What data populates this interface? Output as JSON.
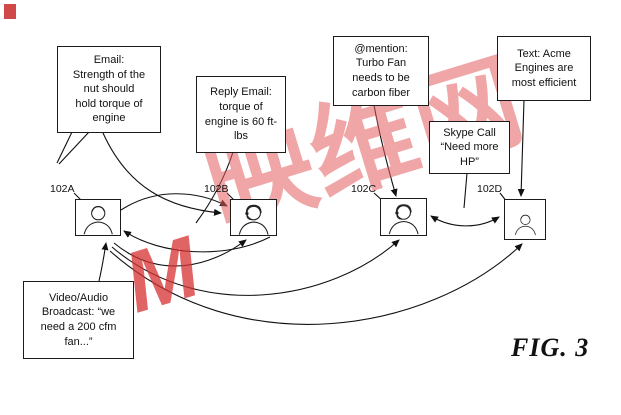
{
  "figure": {
    "label": "FIG. 3"
  },
  "callouts": {
    "email": {
      "text": "Email:\nStrength of the\nnut should\nhold torque of\nengine"
    },
    "reply_email": {
      "text": "Reply Email:\ntorque of\nengine is 60 ft-\nlbs"
    },
    "mention": {
      "text": "@mention:\nTurbo Fan\nneeds to be\ncarbon fiber"
    },
    "text_message": {
      "text": "Text: Acme\nEngines are\nmost efficient"
    },
    "skype_call": {
      "text": "Skype Call\n“Need more\nHP”"
    },
    "broadcast": {
      "text": "Video/Audio\nBroadcast: “we\nneed a 200 cfm\nfan...”"
    }
  },
  "participants": [
    {
      "id": "102A"
    },
    {
      "id": "102B"
    },
    {
      "id": "102C"
    },
    {
      "id": "102D"
    }
  ],
  "watermark": {
    "text": "映维网",
    "logo": "M"
  },
  "colors": {
    "ink": "#111111",
    "watermark_red": "#e45c5c"
  }
}
